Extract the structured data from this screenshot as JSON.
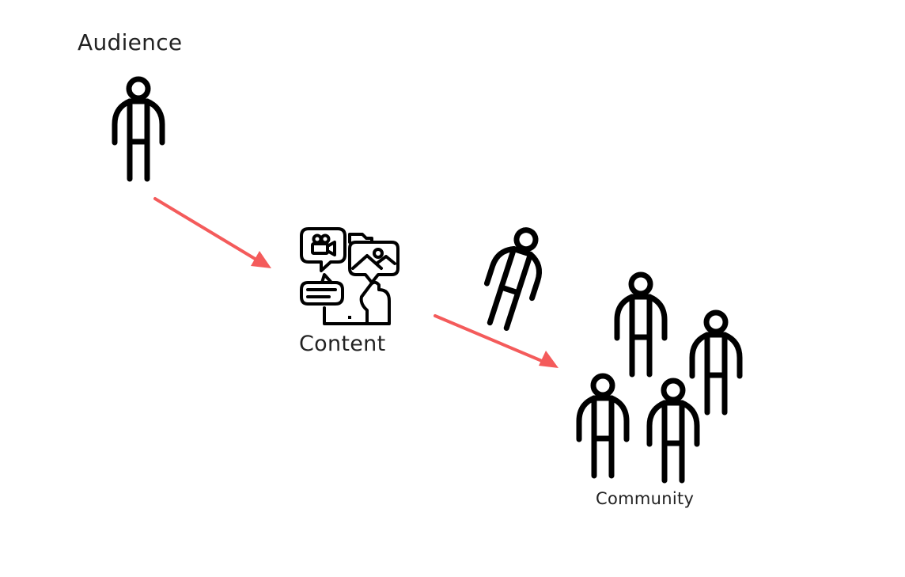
{
  "diagram": {
    "labels": {
      "audience": "Audience",
      "content": "Content",
      "community": "Community"
    },
    "colors": {
      "stroke": "#000000",
      "arrow": "#f45b5b",
      "text": "#222222",
      "background": "#ffffff"
    },
    "icons": {
      "audience": "person-icon",
      "content": "content-media-icon",
      "transition": "walking-person-icon",
      "community": "person-icon"
    }
  }
}
